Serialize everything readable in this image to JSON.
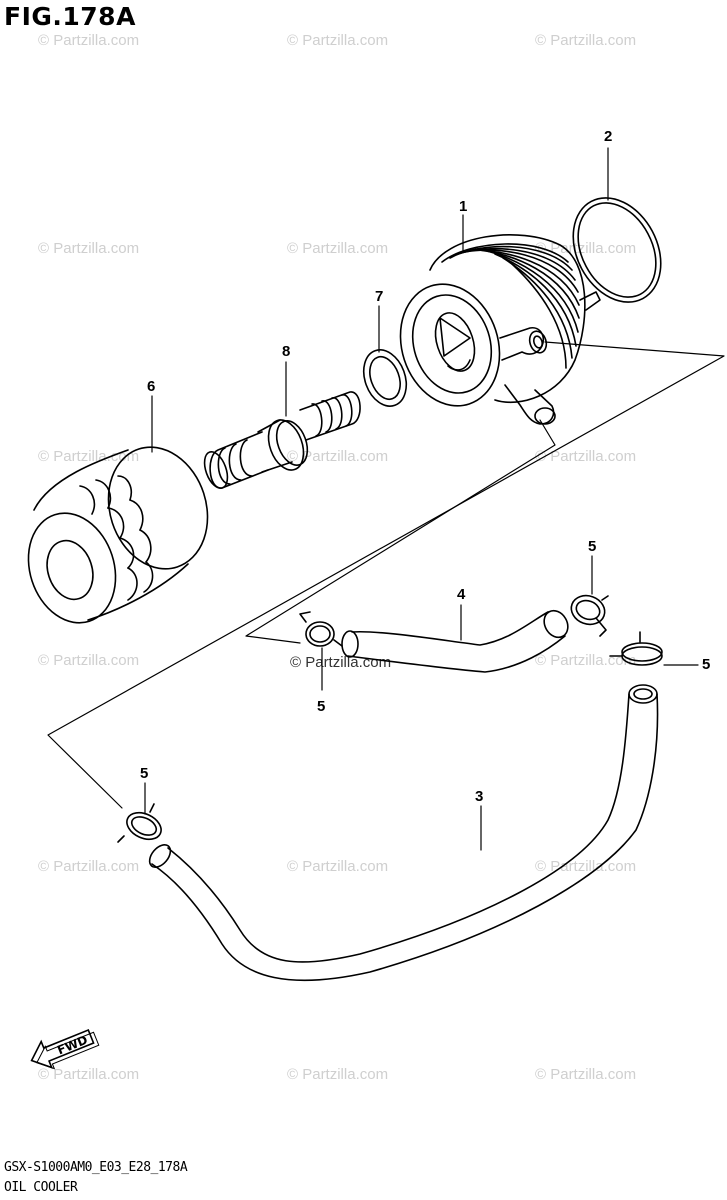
{
  "figure": {
    "title": "FIG.178A",
    "code": "GSX-S1000AM0_E03_E28_178A",
    "name": "OIL COOLER"
  },
  "watermark": {
    "text": "© Partzilla.com",
    "center_text": "© Partzilla.com"
  },
  "callouts": {
    "c1": "1",
    "c2": "2",
    "c3": "3",
    "c4": "4",
    "c5a": "5",
    "c5b": "5",
    "c5c": "5",
    "c5d": "5",
    "c6": "6",
    "c7": "7",
    "c8": "8"
  },
  "fwd_label": "FWD"
}
